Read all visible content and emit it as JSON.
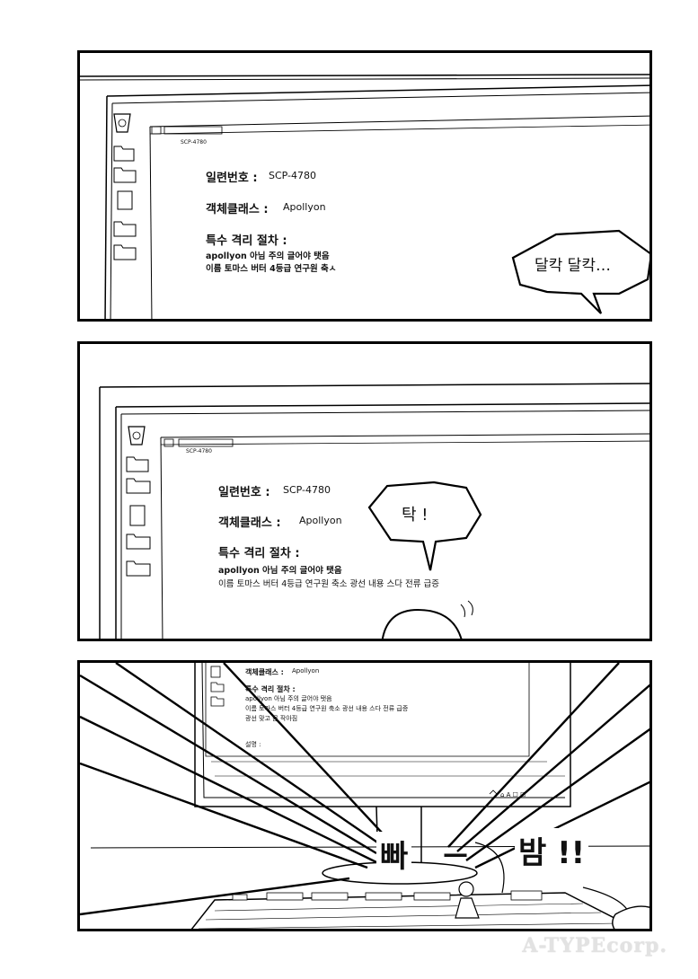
{
  "panel1": {
    "tab": "SCP-4780",
    "serial_label": "일련번호 :",
    "serial_value": "SCP-4780",
    "class_label": "객체클래스 :",
    "class_value": "Apollyon",
    "procedure_label": "특수 격리 절차 :",
    "lines": [
      "apollyon 아님 주의 글어야 탯음",
      "이름 토마스 버터 4등급 연구원 축ㅅ"
    ],
    "bubble": "달칵 달칵…"
  },
  "panel2": {
    "tab": "SCP-4780",
    "serial_label": "일련번호 :",
    "serial_value": "SCP-4780",
    "class_label": "객체클래스 :",
    "class_value": "Apollyon",
    "procedure_label": "특수 격리 절차 :",
    "lines": [
      "apollyon 아님 주의 글어야 탯음",
      "이름 토마스 버터 4등급 연구원 축소 광선 내용 스다 전류 급증"
    ],
    "bubble": "탁 !"
  },
  "panel3": {
    "class_label": "객체클래스 :",
    "class_value": "Apollyon",
    "procedure_label": "특수 격리 절차 :",
    "lines": [
      "apollyon 아님 주의 글어야 탯음",
      "이름 토마스 버터 4등급 연구원 축소 광선 내용 스다 전류 급증",
      "광선 맞고 몸 작아짐"
    ],
    "desc_label": "설명 :",
    "sfx_left": "빠",
    "sfx_dash": "—",
    "sfx_right": "밤 !!"
  },
  "watermark": "A-TYPEcorp.",
  "icons": [
    "recycle-bin-icon",
    "folder-icon",
    "document-icon"
  ]
}
